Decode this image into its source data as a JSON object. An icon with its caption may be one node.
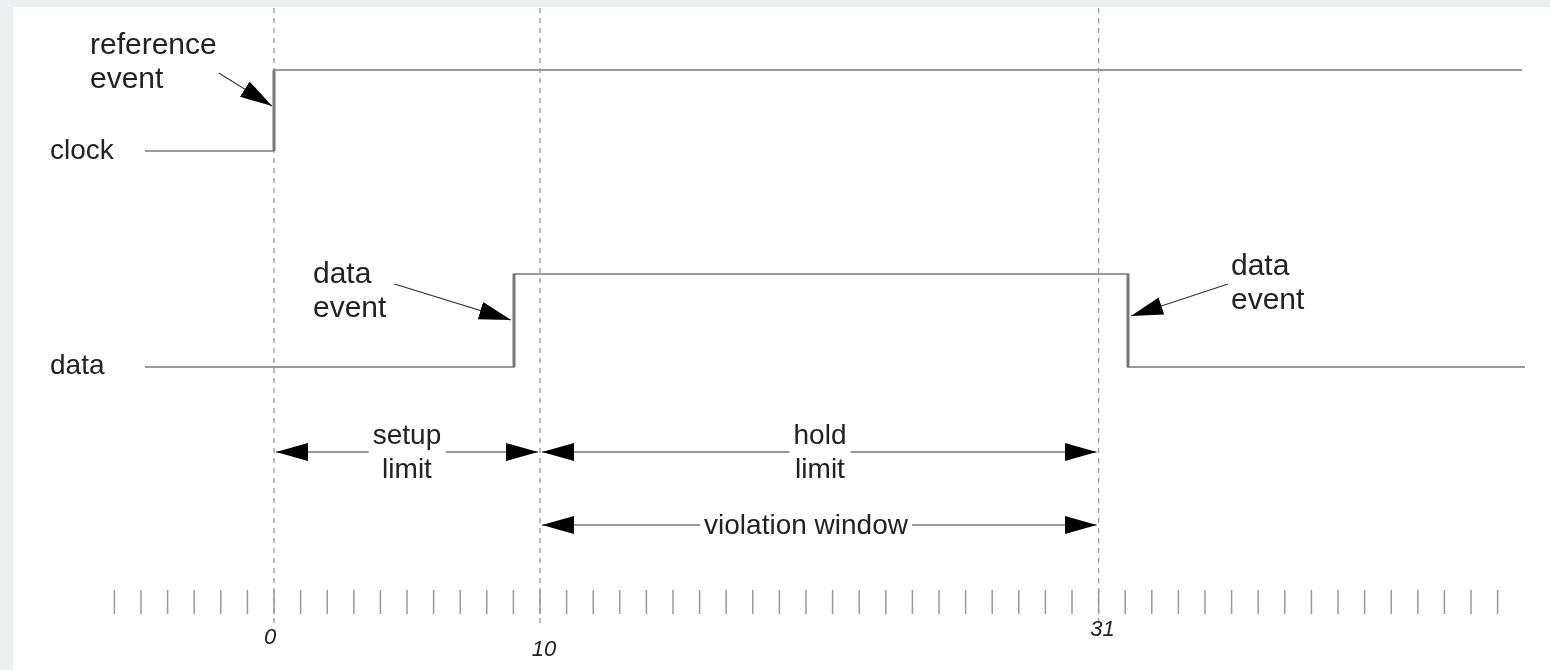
{
  "diagram": {
    "nodes": [
      {
        "text": [
          "reference event"
        ]
      },
      {
        "text": [],
        "shape": "line"
      },
      {
        "text": [
          "data event"
        ]
      },
      {
        "text": [],
        "shape": "line"
      },
      {
        "text": [
          "data event"
        ]
      },
      {
        "text": [],
        "shape": "line"
      }
    ],
    "edges": [
      {
        "from": 0,
        "to": 1,
        "arrow": "to"
      },
      {
        "from": 2,
        "to": 3,
        "arrow": "to"
      },
      {
        "from": 4,
        "to": 5,
        "arrow": "to"
      }
    ],
    "labels": [
      "clock",
      "data",
      "setup limit",
      "hold limit",
      "violation window",
      "0",
      "10",
      "31"
    ]
  }
}
